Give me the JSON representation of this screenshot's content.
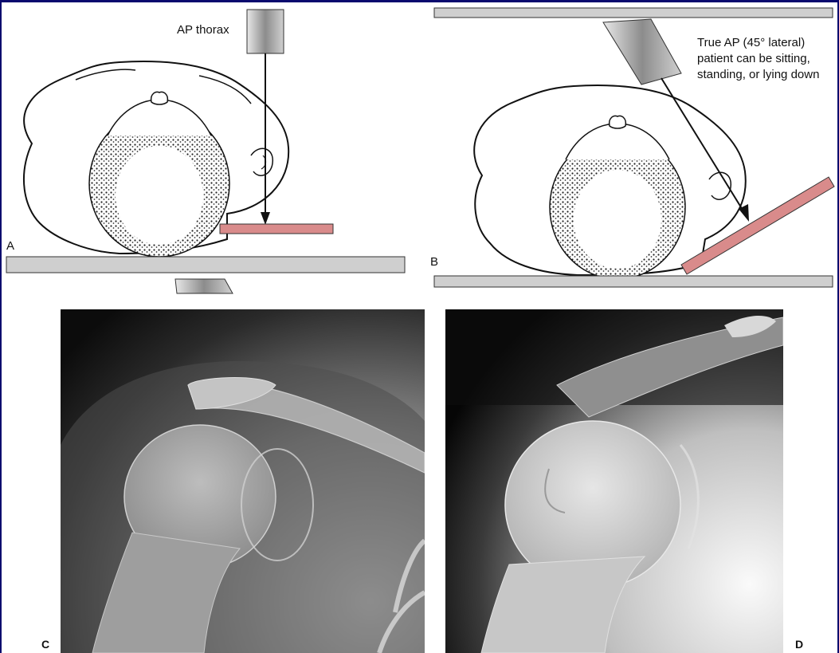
{
  "panels": {
    "a": {
      "letter": "A",
      "caption": "AP thorax"
    },
    "b": {
      "letter": "B",
      "caption_lines": [
        "True AP (45° lateral)",
        "patient can be sitting,",
        "standing, or lying down"
      ]
    },
    "c": {
      "letter": "C"
    },
    "d": {
      "letter": "D"
    }
  },
  "colors": {
    "frame": "#0a0a6e",
    "cassette": "#d98b8b",
    "table": "#cfcfcf",
    "tube": "#9a9a9a"
  }
}
